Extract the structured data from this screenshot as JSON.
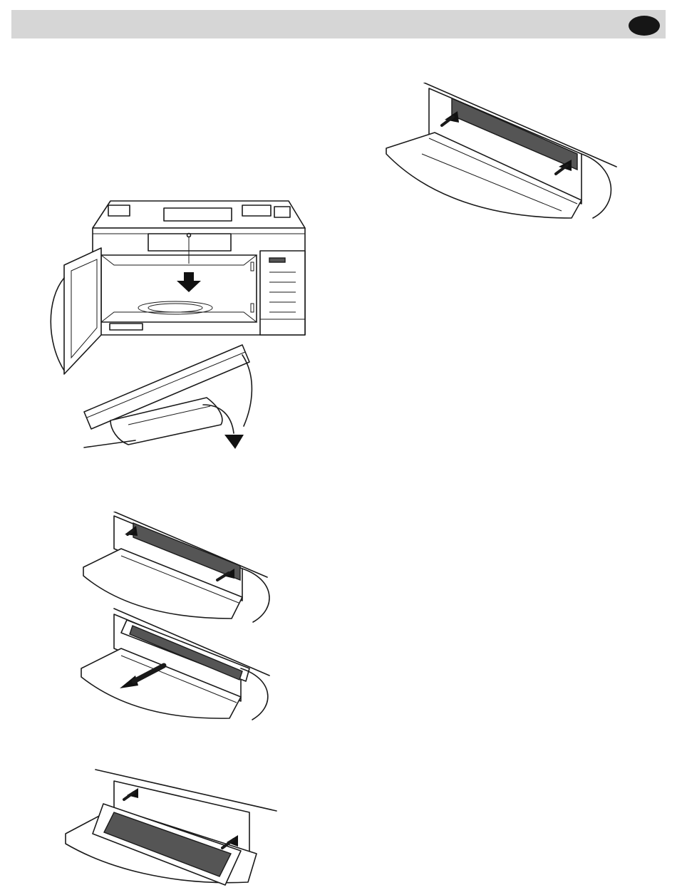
{
  "header": {
    "bar_color": "#d6d6d6",
    "badge_color": "#161616"
  },
  "illustrations": [
    {
      "id": "microwave-door-open",
      "icon": "microwave-icon"
    },
    {
      "id": "grease-filter-latch-release",
      "icon": "arrow-curved-down-icon"
    },
    {
      "id": "filter-slots-install",
      "icon": "arrow-up-right-icon"
    },
    {
      "id": "filter-slide-out",
      "icon": "arrow-down-left-icon"
    },
    {
      "id": "filter-insert-tilted",
      "icon": "arrow-up-right-icon"
    },
    {
      "id": "filter-installed",
      "icon": "arrow-up-right-icon"
    }
  ]
}
